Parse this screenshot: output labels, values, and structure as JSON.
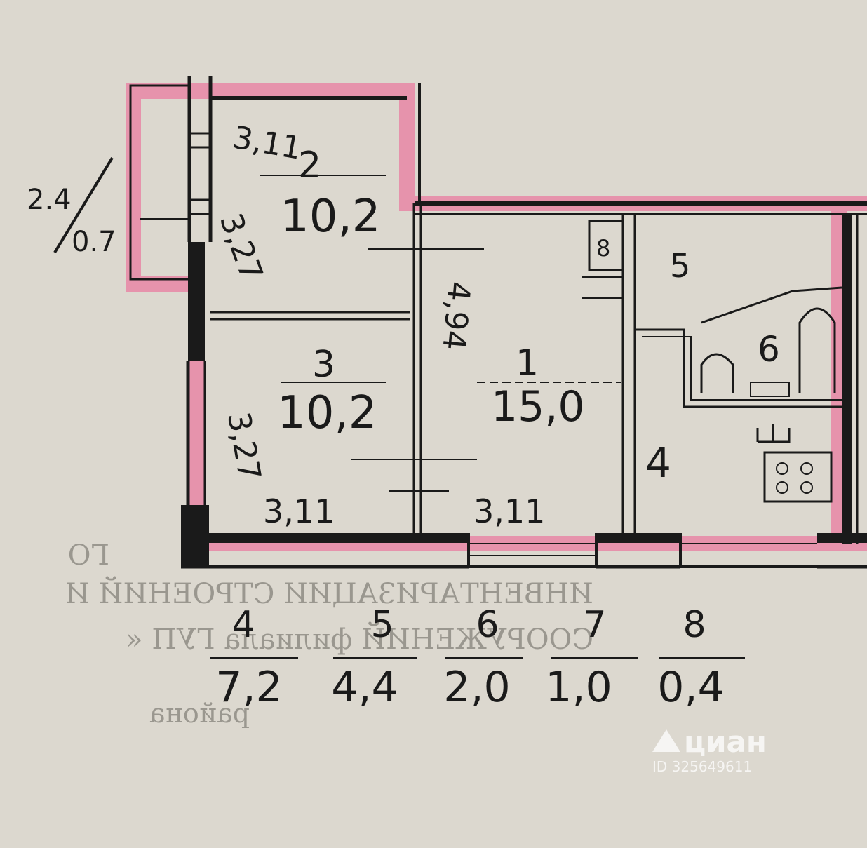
{
  "rooms": [
    {
      "number": "1",
      "area": "15,0",
      "dims": [
        "4,94",
        "3,11"
      ]
    },
    {
      "number": "2",
      "area": "10,2",
      "dims": [
        "3,11",
        "3,27"
      ]
    },
    {
      "number": "3",
      "area": "10,2",
      "dims": [
        "3,27",
        "3,11"
      ]
    },
    {
      "number": "4"
    },
    {
      "number": "5"
    },
    {
      "number": "6"
    },
    {
      "number": "8"
    }
  ],
  "balcony": {
    "label_top": "2.4",
    "label_bottom": "0.7"
  },
  "area_table": [
    {
      "room": "4",
      "area": "7,2"
    },
    {
      "room": "5",
      "area": "4,4"
    },
    {
      "room": "6",
      "area": "2,0"
    },
    {
      "room": "7",
      "area": "1,0"
    },
    {
      "room": "8",
      "area": "0,4"
    }
  ],
  "background_stamp": [
    "ГО",
    "ИНВЕНТАРИЗАЦИИ СТРОЕНИЙ И",
    "СООРУЖЕНИЙ филиала ГУП «",
    "района"
  ],
  "watermark": {
    "brand": "циан",
    "id": "ID 325649611"
  },
  "colors": {
    "paper": "#dcd8cf",
    "highlight": "#e887a6",
    "ink": "#1a1a1a"
  }
}
